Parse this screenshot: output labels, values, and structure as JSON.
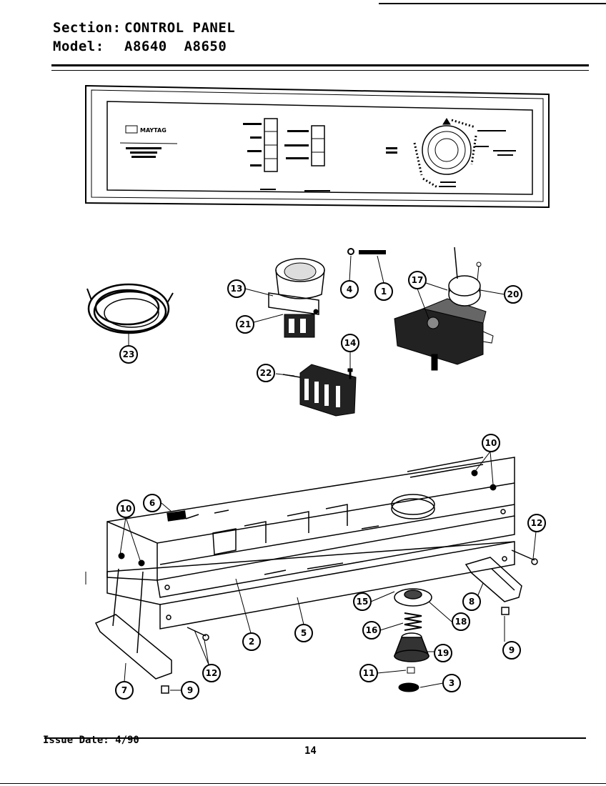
{
  "header": {
    "section_key": "Section:",
    "section_value": "CONTROL PANEL",
    "model_key": "Model:",
    "model_value": "A8640  A8650"
  },
  "footer": {
    "issue": "Issue Date: 4/90",
    "page": "14"
  },
  "callouts": [
    "1",
    "2",
    "3",
    "4",
    "5",
    "6",
    "7",
    "8",
    "9",
    "9",
    "10",
    "10",
    "11",
    "12",
    "12",
    "13",
    "14",
    "15",
    "16",
    "17",
    "18",
    "19",
    "20",
    "21",
    "22",
    "23"
  ]
}
